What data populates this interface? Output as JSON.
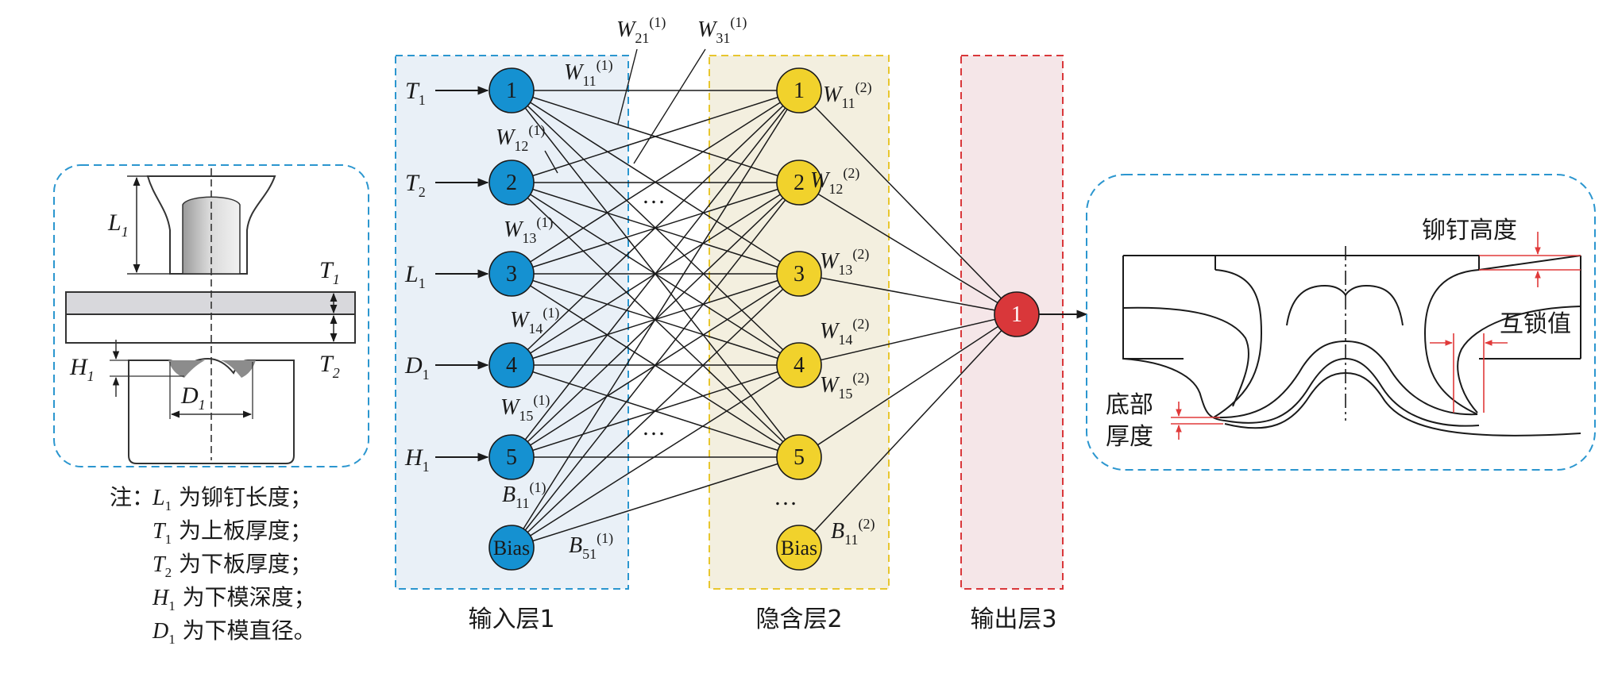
{
  "colors": {
    "input_node": "#1591d1",
    "hidden_node": "#f1d22c",
    "output_node": "#d9373a",
    "input_panel": "#e9f0f7",
    "hidden_panel": "#f3efdf",
    "output_panel": "#f5e6e8",
    "blue_dash": "#2b96cf",
    "yellow_dash": "#e8c62e",
    "red_dash": "#d9373a",
    "red_mark": "#e03a3a"
  },
  "layers": {
    "input_label": "输入层1",
    "hidden_label": "隐含层2",
    "output_label": "输出层3"
  },
  "input_nodes": [
    {
      "label": "1",
      "var": "T",
      "sub": "1"
    },
    {
      "label": "2",
      "var": "T",
      "sub": "2"
    },
    {
      "label": "3",
      "var": "L",
      "sub": "1"
    },
    {
      "label": "4",
      "var": "D",
      "sub": "1"
    },
    {
      "label": "5",
      "var": "H",
      "sub": "1"
    },
    {
      "label": "Bias"
    }
  ],
  "hidden_nodes": [
    "1",
    "2",
    "3",
    "4",
    "5",
    "Bias"
  ],
  "output_node": "1",
  "ellipsis": "…",
  "weights_layer1": [
    {
      "w": "W",
      "sub": "11",
      "sup": "(1)"
    },
    {
      "w": "W",
      "sub": "21",
      "sup": "(1)"
    },
    {
      "w": "W",
      "sub": "31",
      "sup": "(1)"
    },
    {
      "w": "W",
      "sub": "12",
      "sup": "(1)"
    },
    {
      "w": "W",
      "sub": "13",
      "sup": "(1)"
    },
    {
      "w": "W",
      "sub": "14",
      "sup": "(1)"
    },
    {
      "w": "W",
      "sub": "15",
      "sup": "(1)"
    },
    {
      "w": "B",
      "sub": "11",
      "sup": "(1)"
    },
    {
      "w": "B",
      "sub": "51",
      "sup": "(1)"
    }
  ],
  "weights_layer2": [
    {
      "w": "W",
      "sub": "11",
      "sup": "(2)"
    },
    {
      "w": "W",
      "sub": "12",
      "sup": "(2)"
    },
    {
      "w": "W",
      "sub": "13",
      "sup": "(2)"
    },
    {
      "w": "W",
      "sub": "14",
      "sup": "(2)"
    },
    {
      "w": "W",
      "sub": "15",
      "sup": "(2)"
    },
    {
      "w": "B",
      "sub": "11",
      "sup": "(2)"
    }
  ],
  "tool_diagram": {
    "dims": [
      {
        "var": "L",
        "sub": "1"
      },
      {
        "var": "T",
        "sub": "1"
      },
      {
        "var": "T",
        "sub": "2"
      },
      {
        "var": "H",
        "sub": "1"
      },
      {
        "var": "D",
        "sub": "1"
      }
    ]
  },
  "notes": {
    "prefix": "注：",
    "lines": [
      {
        "var": "L",
        "sub": "1",
        "text": " 为铆钉长度；"
      },
      {
        "var": "T",
        "sub": "1",
        "text": " 为上板厚度；"
      },
      {
        "var": "T",
        "sub": "2",
        "text": " 为下板厚度；"
      },
      {
        "var": "H",
        "sub": "1",
        "text": " 为下模深度；"
      },
      {
        "var": "D",
        "sub": "1",
        "text": " 为下模直径。"
      }
    ]
  },
  "joint": {
    "rivet_height": "铆钉高度",
    "interlock": "互锁值",
    "bottom_thickness_1": "底部",
    "bottom_thickness_2": "厚度"
  }
}
